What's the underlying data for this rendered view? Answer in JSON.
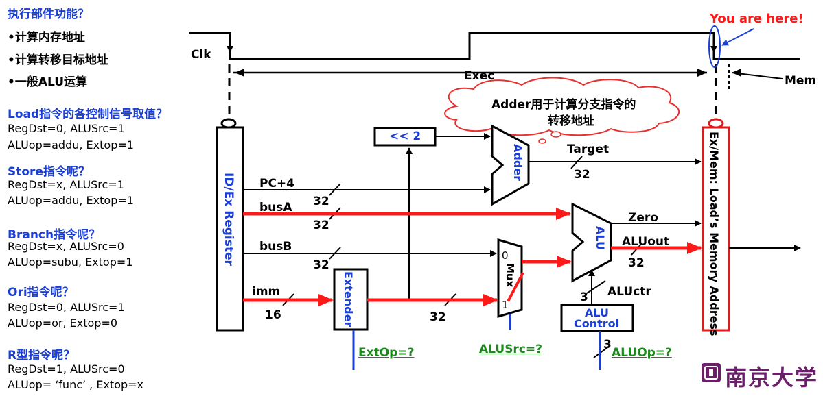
{
  "sidebar": {
    "title": "执行部件功能？",
    "bullets": [
      "•计算内存地址",
      "•计算转移目标地址",
      "•一般ALU运算"
    ],
    "sections": [
      {
        "heading": "Load指令的各控制信号取值？",
        "lines": [
          "RegDst=0, ALUSrc=1",
          "ALUop=addu, Extop=1"
        ]
      },
      {
        "heading": "Store指令呢？",
        "lines": [
          "RegDst=x, ALUSrc=1",
          "ALUop=addu, Extop=1"
        ]
      },
      {
        "heading": "Branch指令呢？",
        "lines": [
          "RegDst=x, ALUSrc=0",
          "ALUop=subu, Extop=1"
        ]
      },
      {
        "heading": "Ori指令呢？",
        "lines": [
          "RegDst=0, ALUSrc=1",
          "ALUop=or, Extop=0"
        ]
      },
      {
        "heading": "R型指令呢？",
        "lines": [
          "RegDst=1, ALUSrc=0",
          "ALUop= ‘func’ , Extop=x"
        ]
      }
    ]
  },
  "diagram": {
    "clk": "Clk",
    "exec": "Exec",
    "mem": "Mem",
    "you_are_here": "You are here!",
    "callout_line1": "Adder用于计算分支指令的",
    "callout_line2": "转移地址",
    "id_ex": "ID/Ex Register",
    "ex_mem": "Ex/Mem: Load’s Memory Address",
    "shift": "<< 2",
    "adder": "Adder",
    "target": "Target",
    "target_w": "32",
    "pc4": "PC+4",
    "pc4_w": "32",
    "busA": "busA",
    "busA_w": "32",
    "busB": "busB",
    "busB_w": "32",
    "imm": "imm",
    "imm_w": "16",
    "extender": "Extender",
    "ext_w": "32",
    "mux": "Mux",
    "mux0": "0",
    "mux1": "1",
    "alu": "ALU",
    "zero": "Zero",
    "aluout": "ALUout",
    "aluout_w": "32",
    "aluctr": "ALUctr",
    "aluctr_w": "3",
    "alu_control_1": "ALU",
    "alu_control_2": "Control",
    "aluop_w": "3",
    "extop": "ExtOp=?",
    "alusrc": "ALUSrc=?",
    "aluop": "ALUOp=?",
    "logo_text": "南京大学"
  },
  "colors": {
    "accent_blue": "#1a3fd9",
    "red": "#ff1a1a",
    "green": "#1a8a1a",
    "logo_purple": "#6b1f6b"
  }
}
